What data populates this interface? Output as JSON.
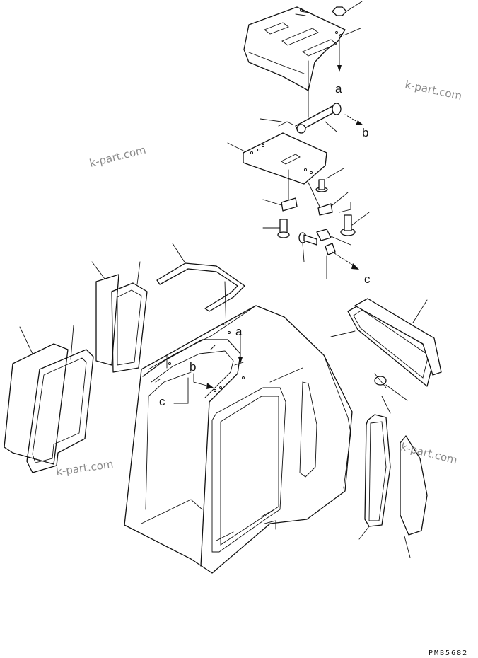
{
  "diagram": {
    "callouts": {
      "a_top": "a",
      "b_top": "b",
      "c_top": "c",
      "a_cab": "a",
      "b_cab": "b",
      "c_cab": "c"
    },
    "watermarks": [
      "k-part.com",
      "k-part.com",
      "k-part.com",
      "k-part.com"
    ],
    "drawing_code": "PMB5682"
  }
}
